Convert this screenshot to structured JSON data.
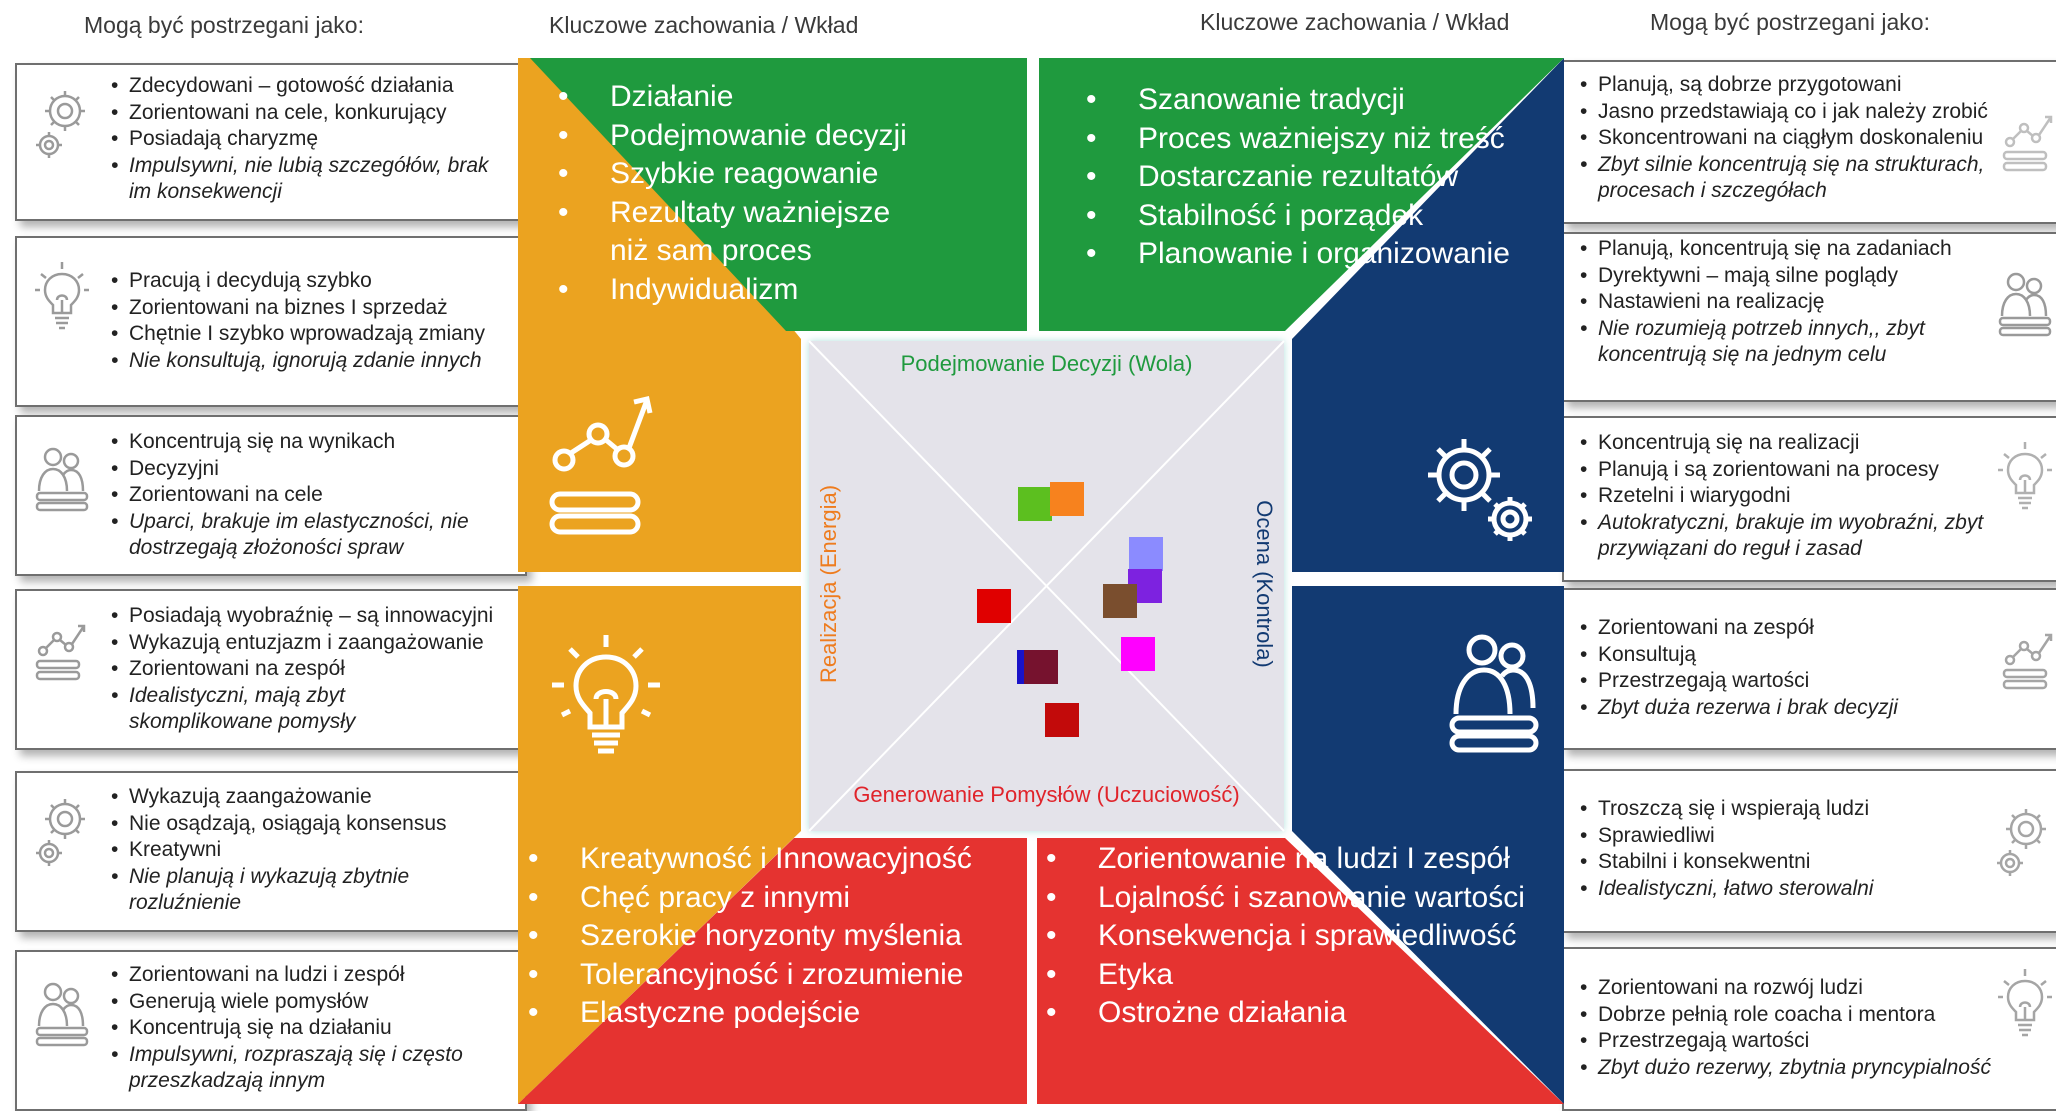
{
  "headers": {
    "left_perceived": "Mogą być postrzegani jako:",
    "left_behaviors": "Kluczowe zachowania / Wkład",
    "right_behaviors": "Kluczowe zachowania / Wkład",
    "right_perceived": "Mogą być postrzegani jako:"
  },
  "left_boxes": [
    {
      "icon": "gears-icon",
      "items": [
        "Zdecydowani – gotowość działania",
        "Zorientowani na cele, konkurujący",
        "Posiadają charyzmę"
      ],
      "note": "Impulsywni, nie lubią szczegółów, brak im konsekwencji"
    },
    {
      "icon": "lightbulb-icon",
      "items": [
        "Pracują i decydują szybko",
        "Zorientowani na biznes I sprzedaż",
        "Chętnie I szybko wprowadzają zmiany"
      ],
      "note": "Nie konsultują, ignorują zdanie innych"
    },
    {
      "icon": "people-icon",
      "items": [
        "Koncentrują się na wynikach",
        "Decyzyjni",
        "Zorientowani na cele"
      ],
      "note": "Uparci, brakuje im elastyczności, nie dostrzegają złożoności spraw"
    },
    {
      "icon": "growth-chart-icon",
      "items": [
        "Posiadają wyobraźnię – są innowacyjni",
        "Wykazują entuzjazm i zaangażowanie",
        "Zorientowani na zespół"
      ],
      "note": "Idealistyczni, mają  zbyt skomplikowane pomysły"
    },
    {
      "icon": "gears-icon",
      "items": [
        "Wykazują zaangażowanie",
        "Nie osądzają, osiągają konsensus",
        "Kreatywni"
      ],
      "note": "Nie planują i wykazują zbytnie rozluźnienie"
    },
    {
      "icon": "people-icon",
      "items": [
        "Zorientowani na ludzi i zespół",
        "Generują wiele pomysłów",
        "Koncentrują się na działaniu"
      ],
      "note": "Impulsywni, rozpraszają się i często przeszkadzają innym"
    }
  ],
  "right_boxes": [
    {
      "icon": "growth-chart-icon",
      "items": [
        "Planują, są dobrze przygotowani",
        "Jasno przedstawiają co i jak należy zrobić",
        "Skoncentrowani na ciągłym doskonaleniu"
      ],
      "note": "Zbyt silnie koncentrują się na strukturach, procesach i szczegółach"
    },
    {
      "icon": "people-icon",
      "items": [
        "Planują, koncentrują się na zadaniach",
        "Dyrektywni – mają silne poglądy",
        "Nastawieni na realizację"
      ],
      "note": "Nie rozumieją potrzeb innych,, zbyt koncentrują się na jednym celu"
    },
    {
      "icon": "lightbulb-icon",
      "items": [
        "Koncentrują się na realizacji",
        "Planują i są zorientowani na procesy",
        "Rzetelni i wiarygodni"
      ],
      "note": "Autokratyczni, brakuje im wyobraźni, zbyt przywiązani do reguł i zasad"
    },
    {
      "icon": "growth-chart-icon",
      "items": [
        "Zorientowani na zespół",
        "Konsultują",
        "Przestrzegają wartości"
      ],
      "note": "Zbyt duża rezerwa i brak decyzji"
    },
    {
      "icon": "gears-icon",
      "items": [
        "Troszczą się i wspierają ludzi",
        "Sprawiedliwi",
        "Stabilni i konsekwentni"
      ],
      "note": "Idealistyczni, łatwo sterowalni"
    },
    {
      "icon": "lightbulb-icon",
      "items": [
        "Zorientowani na rozwój ludzi",
        "Dobrze pełnią role coacha i mentora",
        "Przestrzegają wartości"
      ],
      "note": "Zbyt dużo rezerwy, zbytnia pryncypialność"
    }
  ],
  "quadrants": {
    "top_left": [
      "Działanie",
      "Podejmowanie decyzji",
      "Szybkie reagowanie",
      "Rezultaty ważniejsze niż sam proces",
      "Indywidualizm"
    ],
    "top_right": [
      "Szanowanie tradycji",
      "Proces ważniejszy niż treść",
      "Dostarczanie rezultatów",
      "Stabilność i porządek",
      "Planowanie i organizowanie"
    ],
    "bottom_left": [
      "Kreatywność i Innowacyjność",
      "Chęć pracy z innymi",
      "Szerokie horyzonty myślenia",
      "Tolerancyjność i zrozumienie",
      "Elastyczne podejście"
    ],
    "bottom_right": [
      "Zorientowanie na ludzi I zespół",
      "Lojalność i szanowanie wartości",
      "Konsekwencja i sprawiedliwość",
      "Etyka",
      "Ostrożne działania"
    ]
  },
  "axes": {
    "top": "Podejmowanie Decyzji (Wola)",
    "bottom": "Generowanie Pomysłów (Uczuciowość)",
    "left": "Realizacja (Energia)",
    "right": "Ocena (Kontrola)"
  },
  "colors": {
    "green": "#1f9a3e",
    "orange": "#eba320",
    "navy": "#123a72",
    "red": "#e53330",
    "center_bg": "#e4e3ea",
    "top_axis": "#1f9a3e",
    "left_axis": "#ee7c1e",
    "right_axis": "#123a72",
    "bottom_axis": "#e0242b"
  },
  "markers": [
    "#5cbf1f",
    "#f7821e",
    "#8b8bff",
    "#7d22e0",
    "#7a4e2e",
    "#e00000",
    "#ff00ff",
    "#1a13c8",
    "#76122e",
    "#c20a0a"
  ]
}
